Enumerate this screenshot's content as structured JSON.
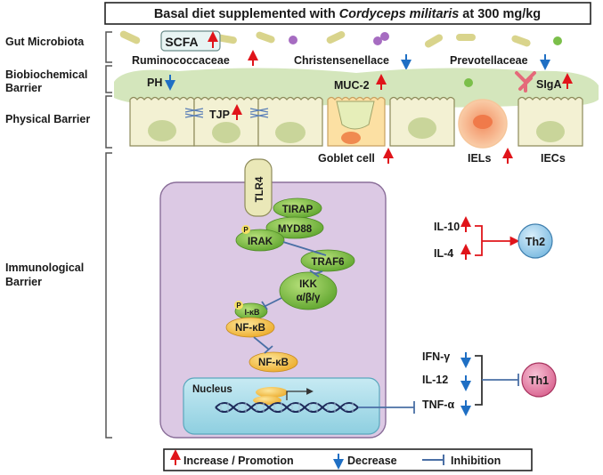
{
  "title": {
    "prefix": "Basal diet supplemented with ",
    "species": "Cordyceps militaris",
    "suffix": " at 300 mg/kg"
  },
  "sections": {
    "gut_microbiota": "Gut Microbiota",
    "biochemical": "Biobiochemical",
    "barrier": "Barrier",
    "physical": "Physical Barrier",
    "immunological_1": "Immunological",
    "immunological_2": "Barrier"
  },
  "microbiota": {
    "scfa": "SCFA",
    "ruminococcaceae": "Ruminococcaceae",
    "christensenellaceae": "Christensenellace",
    "prevotellaceae": "Prevotellaceae"
  },
  "biochemical": {
    "ph": "PH",
    "muc2": "MUC-2",
    "siga": "SIgA"
  },
  "physical": {
    "tjp": "TJP",
    "goblet": "Goblet cell",
    "iels": "IELs",
    "iecs": "IECs"
  },
  "pathway": {
    "tlr4": "TLR4",
    "tirap": "TIRAP",
    "myd88": "MYD88",
    "irak": "IRAK",
    "traf6": "TRAF6",
    "ikk_1": "IKK",
    "ikk_2": "α/β/γ",
    "ikb": "I-κB",
    "nfkb_1": "NF-κB",
    "nfkb_2": "NF-κB",
    "nucleus": "Nucleus",
    "p": "P"
  },
  "cytokines": {
    "il10": "IL-10",
    "il4": "IL-4",
    "th2": "Th2",
    "ifng": "IFN-γ",
    "il12": "IL-12",
    "tnfa": "TNF-α",
    "th1": "Th1"
  },
  "legend": {
    "increase": "Increase / Promotion",
    "decrease": "Decrease",
    "inhibition": "Inhibition"
  },
  "colors": {
    "increase_arrow": "#e0141a",
    "decrease_arrow": "#1f6fc4",
    "inhibition": "#4a6fa5",
    "mucus": "#d4e6bc",
    "cell_fill": "#f3f1d3",
    "cell_stroke": "#8d8a5a",
    "nucleus_fill": "#c9d59a",
    "goblet_fill": "#fce0a3",
    "iel_fill": "#f6b98f",
    "cytoplasm": "#dcc9e4",
    "cytoplasm_stroke": "#8a6e99",
    "protein_green": "#7fbf3f",
    "tlr4_fill": "#eae8b8",
    "nf_orange": "#f5c242",
    "nucleus_blue": "#a9dbe8",
    "th2_fill": "#a8d5ef",
    "th1_fill": "#e78fb0",
    "bacteria_tan": "#d9d48c",
    "bacteria_purple": "#a66cc1",
    "bacteria_green": "#7bbf4a"
  }
}
